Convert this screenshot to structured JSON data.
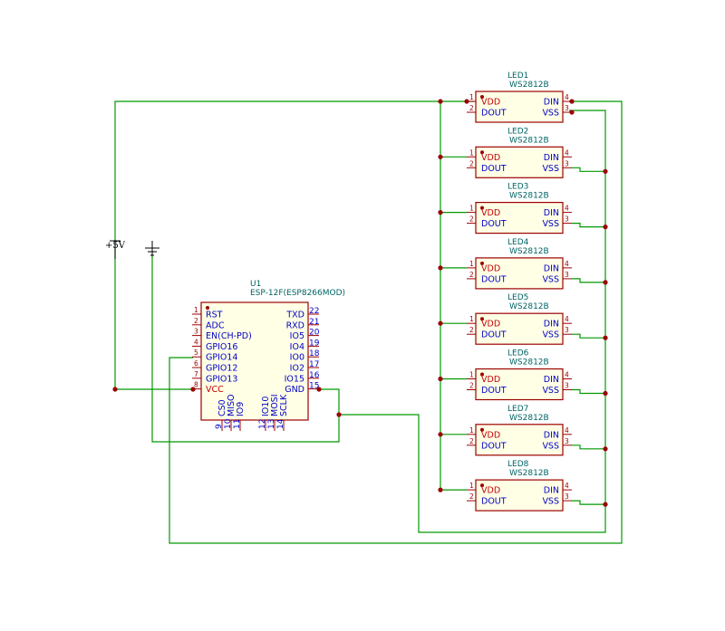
{
  "power": {
    "vcc_label": "+5V"
  },
  "u1": {
    "ref": "U1",
    "value": "ESP-12F(ESP8266MOD)",
    "left_pins": [
      {
        "num": "1",
        "name": "RST"
      },
      {
        "num": "2",
        "name": "ADC"
      },
      {
        "num": "3",
        "name": "EN(CH-PD)"
      },
      {
        "num": "4",
        "name": "GPIO16"
      },
      {
        "num": "5",
        "name": "GPIO14"
      },
      {
        "num": "6",
        "name": "GPIO12"
      },
      {
        "num": "7",
        "name": "GPIO13"
      },
      {
        "num": "8",
        "name": "VCC"
      }
    ],
    "right_pins": [
      {
        "num": "22",
        "name": "TXD"
      },
      {
        "num": "21",
        "name": "RXD"
      },
      {
        "num": "20",
        "name": "IO5"
      },
      {
        "num": "19",
        "name": "IO4"
      },
      {
        "num": "18",
        "name": "IO0"
      },
      {
        "num": "17",
        "name": "IO2"
      },
      {
        "num": "16",
        "name": "IO15"
      },
      {
        "num": "15",
        "name": "GND"
      }
    ],
    "bottom_pins": [
      {
        "num": "9",
        "name": "CS0"
      },
      {
        "num": "10",
        "name": "MISO"
      },
      {
        "num": "11",
        "name": "IO9"
      },
      {
        "num": "12",
        "name": "IO10"
      },
      {
        "num": "13",
        "name": "MOSI"
      },
      {
        "num": "14",
        "name": "SCLK"
      }
    ]
  },
  "leds": [
    {
      "ref": "LED1",
      "value": "WS2812B"
    },
    {
      "ref": "LED2",
      "value": "WS2812B"
    },
    {
      "ref": "LED3",
      "value": "WS2812B"
    },
    {
      "ref": "LED4",
      "value": "WS2812B"
    },
    {
      "ref": "LED5",
      "value": "WS2812B"
    },
    {
      "ref": "LED6",
      "value": "WS2812B"
    },
    {
      "ref": "LED7",
      "value": "WS2812B"
    },
    {
      "ref": "LED8",
      "value": "WS2812B"
    }
  ],
  "led_pins": {
    "vdd": {
      "num": "1",
      "name": "VDD"
    },
    "dout": {
      "num": "2",
      "name": "DOUT"
    },
    "din": {
      "num": "4",
      "name": "DIN"
    },
    "vss": {
      "num": "3",
      "name": "VSS"
    }
  }
}
